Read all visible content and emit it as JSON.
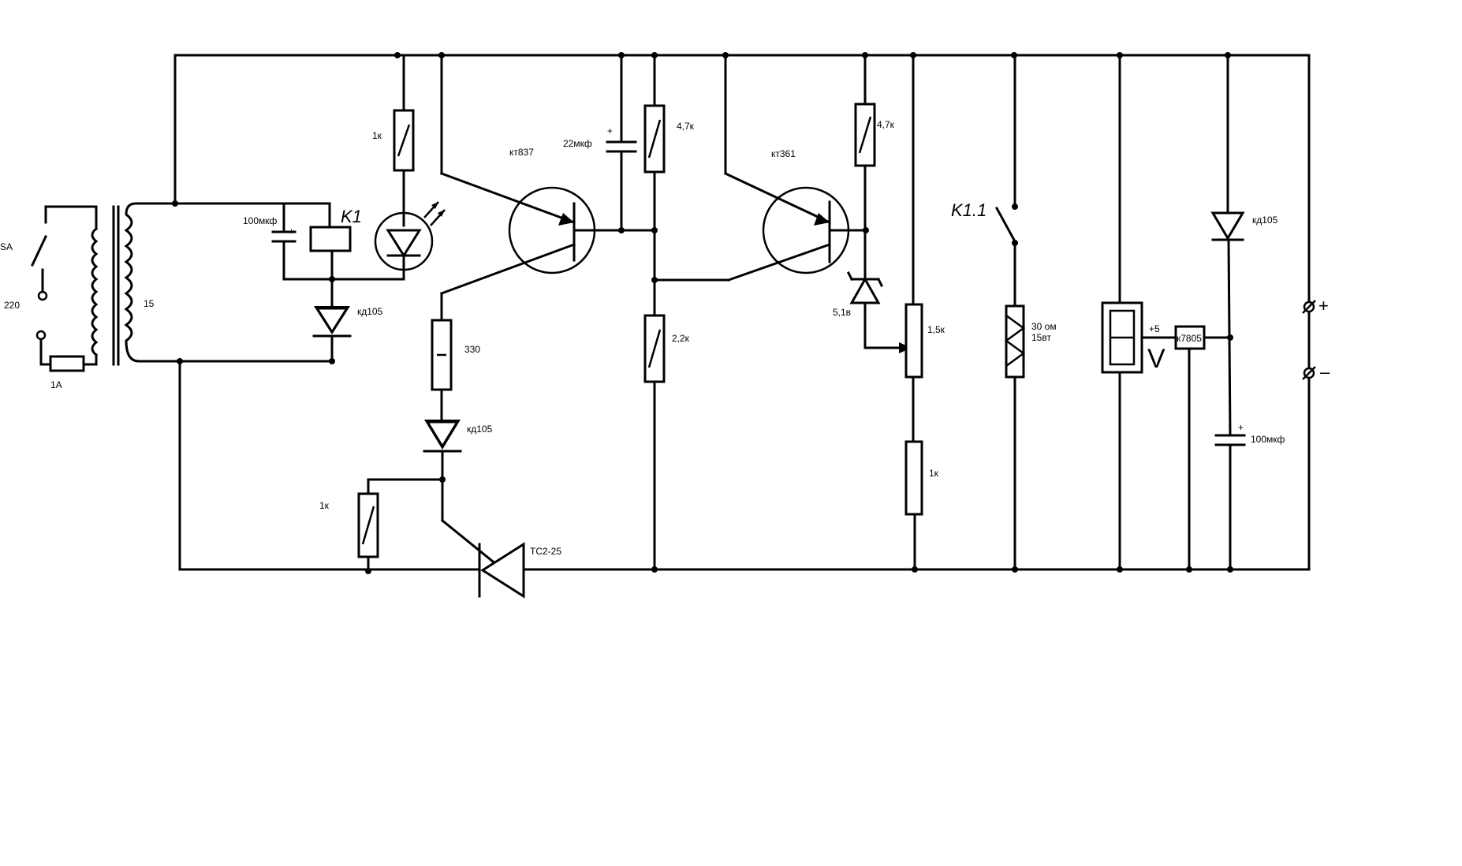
{
  "labels": {
    "switch_sa": "SA",
    "mains_voltage": "220",
    "fuse": "1A",
    "secondary_voltage": "15",
    "cap_relay": "100мкф",
    "relay_k1": "K1",
    "diode_relay": "кд105",
    "res_led": "1к",
    "res_base": "330",
    "diode_base": "кд105",
    "res_gate": "1к",
    "thyristor": "TC2-25",
    "transistor_1": "кт837",
    "cap_22": "22мкф",
    "res_47_a": "4,7к",
    "res_22": "2,2к",
    "transistor_2": "кт361",
    "res_47_b": "4,7к",
    "zener": "5,1в",
    "pot": "1,5к",
    "res_1k_div": "1к",
    "contact_k11": "K1.1",
    "load_res_value": "30 ом",
    "load_res_power": "15вт",
    "meter_supply": "+5",
    "meter_symbol": "V",
    "regulator": "к7805",
    "diode_reg": "кд105",
    "cap_reg": "100мкф",
    "plus_terminal": "+",
    "minus_terminal": "–",
    "cap_polarity": "+"
  }
}
